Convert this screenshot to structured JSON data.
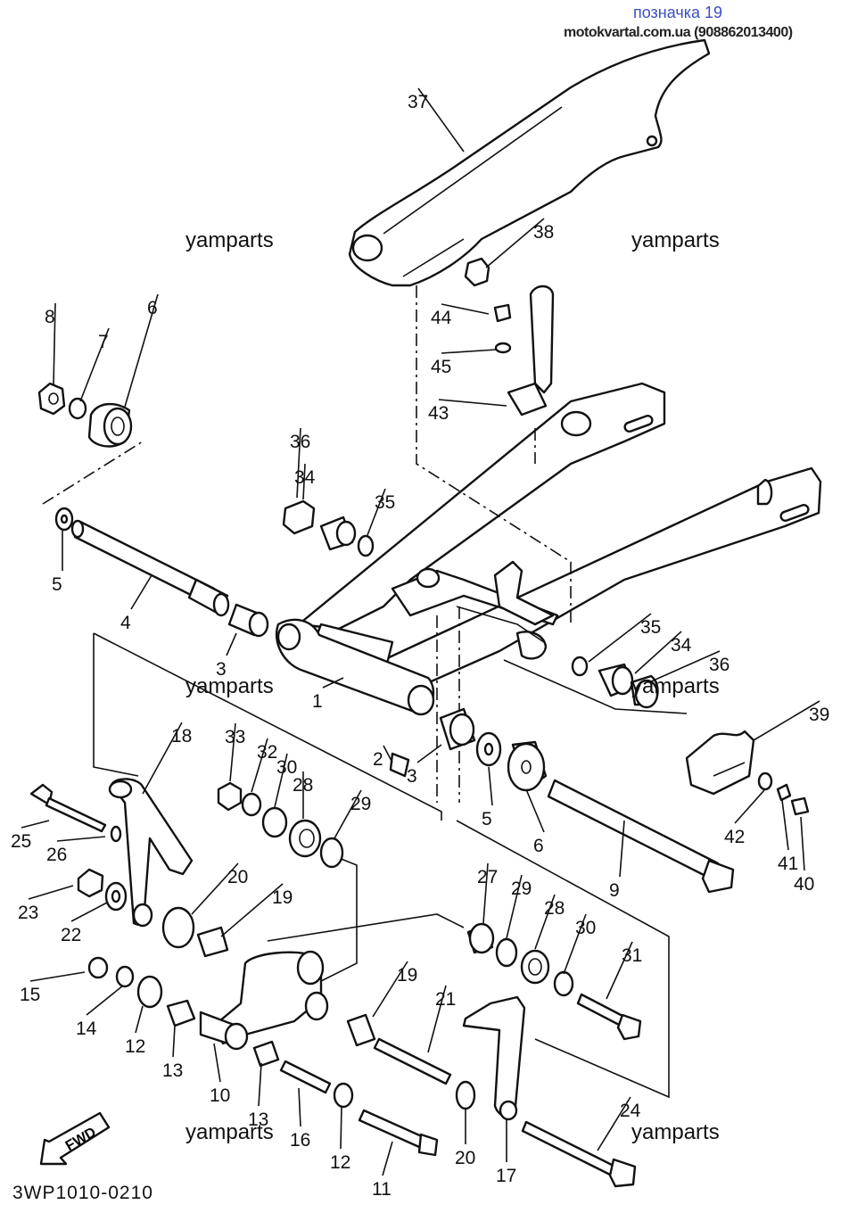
{
  "header": {
    "label": "позначка 19",
    "site": "motokvartal.com.ua (908862013400)"
  },
  "watermark": "yamparts",
  "diagram_code": "3WP1010-0210",
  "fwd_label": "FWD",
  "callouts": [
    "1",
    "2",
    "3",
    "3",
    "4",
    "5",
    "5",
    "6",
    "6",
    "7",
    "8",
    "9",
    "10",
    "11",
    "12",
    "12",
    "13",
    "13",
    "14",
    "15",
    "16",
    "17",
    "18",
    "19",
    "19",
    "20",
    "20",
    "21",
    "22",
    "23",
    "24",
    "25",
    "26",
    "27",
    "28",
    "28",
    "29",
    "29",
    "30",
    "30",
    "31",
    "32",
    "33",
    "34",
    "34",
    "35",
    "35",
    "36",
    "36",
    "37",
    "38",
    "39",
    "40",
    "41",
    "42",
    "43",
    "44",
    "45"
  ]
}
